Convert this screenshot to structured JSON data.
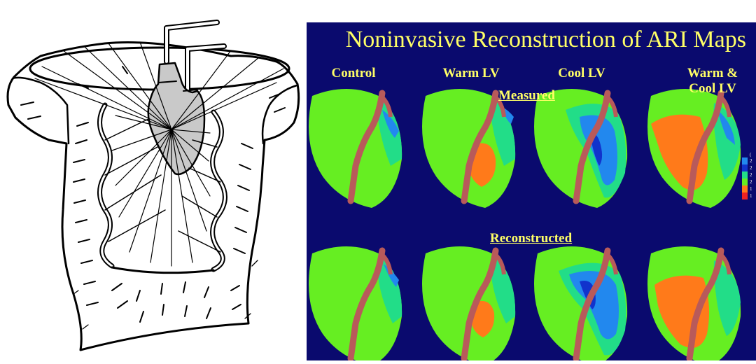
{
  "figure": {
    "left_illustration": {
      "subject": "torso-tank-with-heart"
    },
    "right_panel": {
      "title": "Noninvasive Reconstruction of ARI Maps",
      "columns": [
        {
          "label": "Control"
        },
        {
          "label": "Warm LV"
        },
        {
          "label": "Cool LV"
        },
        {
          "label": "Warm &\nCool LV"
        }
      ],
      "sections": [
        {
          "label": "Measured"
        },
        {
          "label": "Reconstructed"
        }
      ],
      "legend_labels": [
        "(",
        "2",
        "2",
        "2",
        "2",
        "1",
        "1"
      ],
      "colors": {
        "background": "#0a0a6e",
        "text": "#ffff66",
        "green": "#66ee22",
        "teal": "#22dd88",
        "blue": "#2288ee",
        "dark_blue": "#1133cc",
        "orange": "#ff7a1a",
        "red": "#ee2222",
        "artery": "#b85a5a"
      }
    }
  }
}
